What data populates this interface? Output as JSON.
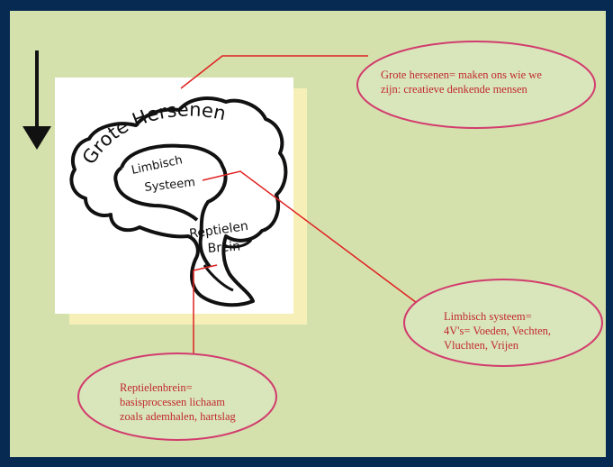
{
  "brain_labels": {
    "grote": "Grote Hersenen",
    "limbisch_line1": "Limbisch",
    "limbisch_line2": "Systeem",
    "reptiel_line1": "Reptielen",
    "reptiel_line2": "Brein"
  },
  "callouts": {
    "grote_hersenen": {
      "line1": "Grote hersenen= maken ons wie we",
      "line2": "zijn: creatieve denkende mensen"
    },
    "limbisch": {
      "line1": "Limbisch systeem=",
      "line2": "4V's= Voeden, Vechten,",
      "line3": "Vluchten, Vrijen"
    },
    "reptielenbrein": {
      "line1": "Reptielenbrein=",
      "line2": "basisprocessen lichaam",
      "line3": "zoals ademhalen, hartslag"
    }
  },
  "colors": {
    "frame": "#062a52",
    "background": "#d4e1ad",
    "bubble_fill": "#d9e6bb",
    "bubble_stroke": "#d23c6e",
    "connector": "#e02020",
    "text_red": "#c0282d",
    "arrow": "#111111"
  },
  "icons": {
    "arrow": "arrow-down-icon"
  }
}
